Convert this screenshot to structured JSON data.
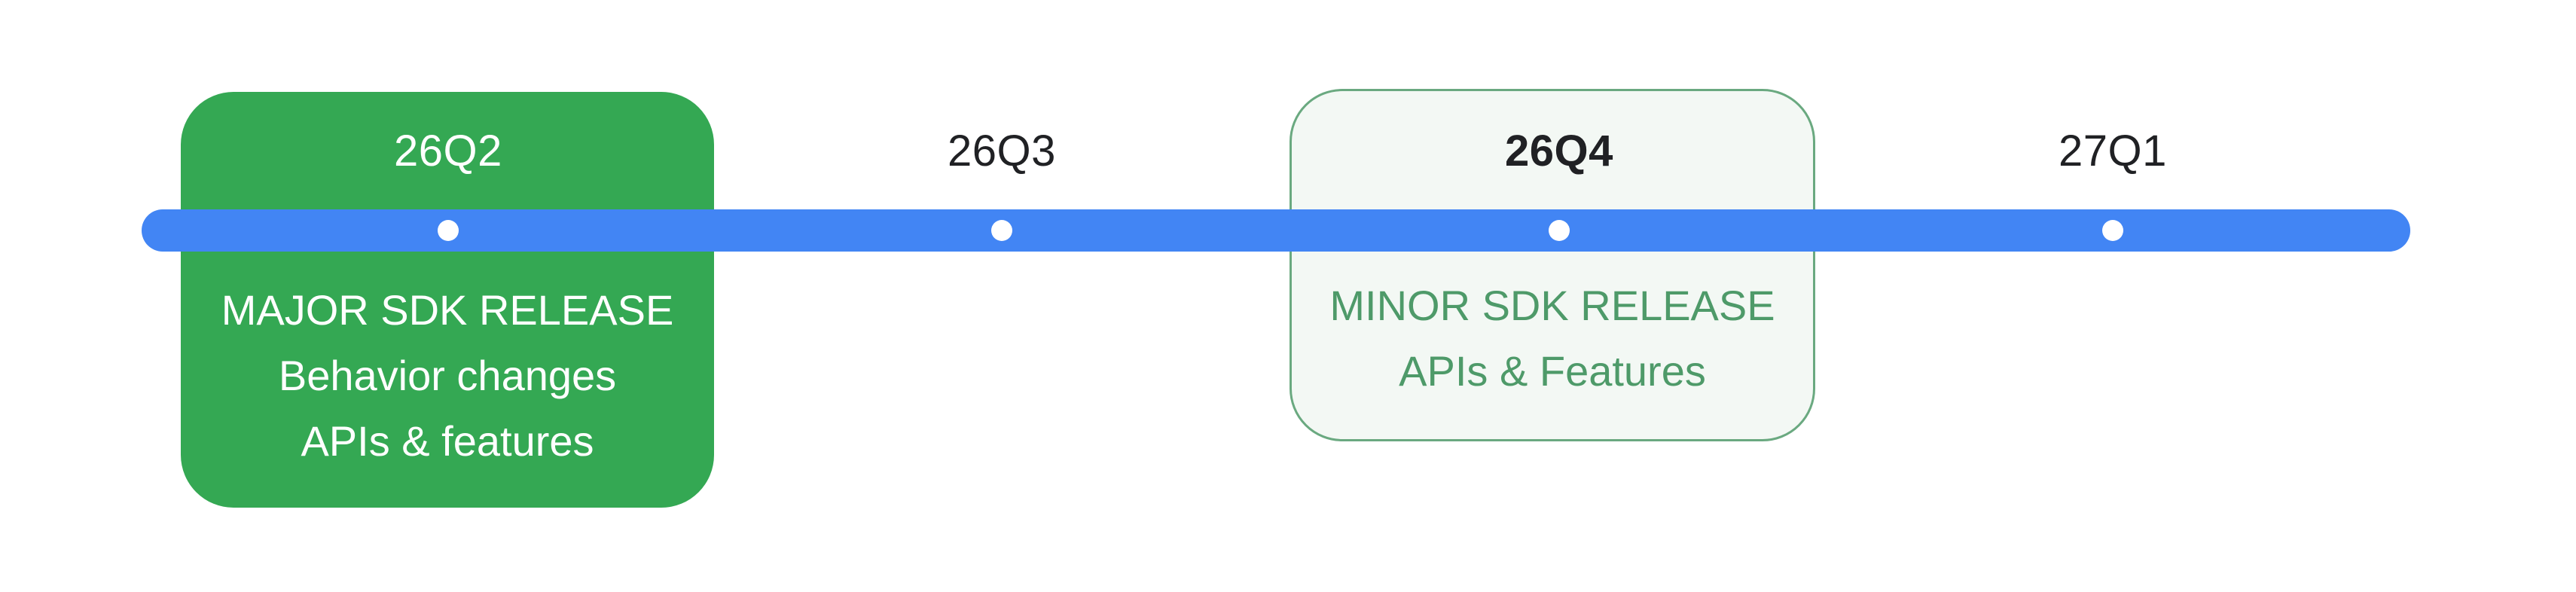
{
  "timeline": {
    "quarters": [
      {
        "label": "26Q2"
      },
      {
        "label": "26Q3"
      },
      {
        "label": "26Q4"
      },
      {
        "label": "27Q1"
      }
    ]
  },
  "releases": {
    "major": {
      "lines": [
        "MAJOR SDK RELEASE",
        "Behavior changes",
        "APIs & features"
      ]
    },
    "minor": {
      "lines": [
        "MINOR SDK RELEASE",
        "APIs & Features"
      ]
    }
  },
  "colors": {
    "major_box": "#34a853",
    "minor_box_fill": "#f3f8f4",
    "minor_box_border": "#6aa980",
    "minor_text": "#4e9a69",
    "timeline": "#4285f4",
    "dot": "#ffffff",
    "label": "#202124"
  }
}
